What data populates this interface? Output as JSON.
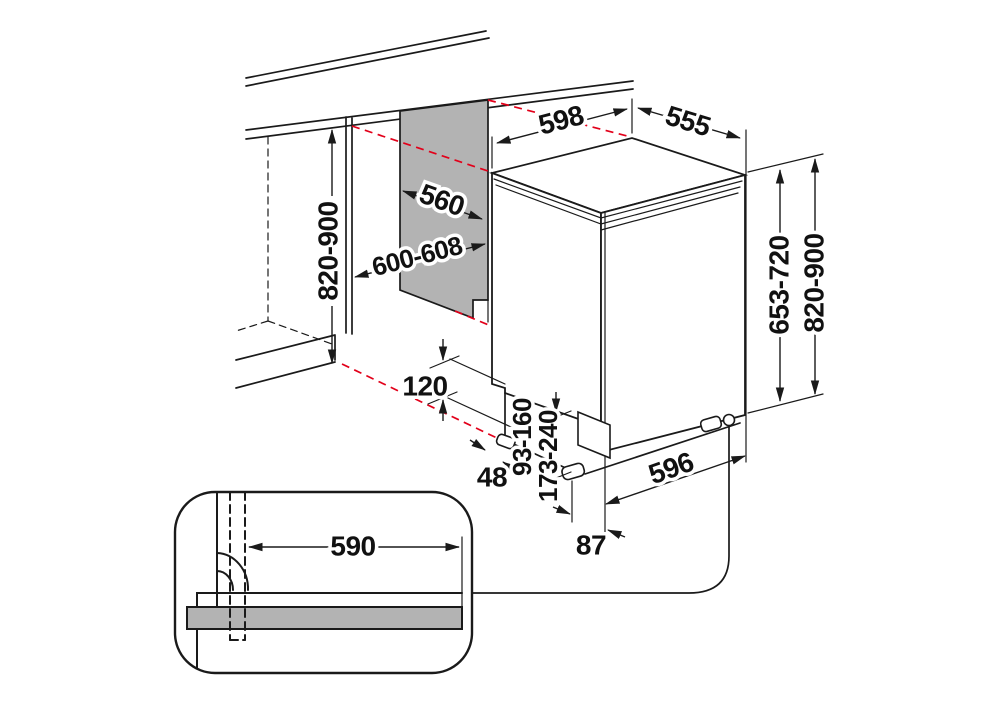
{
  "diagram": {
    "subject": "built-in dishwasher installation dimensions drawing",
    "colors": {
      "outline": "#1a1a1a",
      "projection_line": "#e2001a",
      "panel_fill": "#b3b3b3",
      "background": "#ffffff"
    },
    "dimensions": {
      "appliance_top_width": "598",
      "appliance_top_depth": "555",
      "niche_inner_width": "560",
      "niche_outer_width": "600-608",
      "niche_height": "820-900",
      "front_panel_height": "653-720",
      "overall_height": "820-900",
      "plinth_adjustment": "120",
      "foot_inset": "48",
      "plinth_clearance_a": "93-160",
      "plinth_clearance_b": "173-240",
      "base_depth": "596",
      "door_bottom_offset": "87",
      "plinth_board_width": "590"
    }
  }
}
